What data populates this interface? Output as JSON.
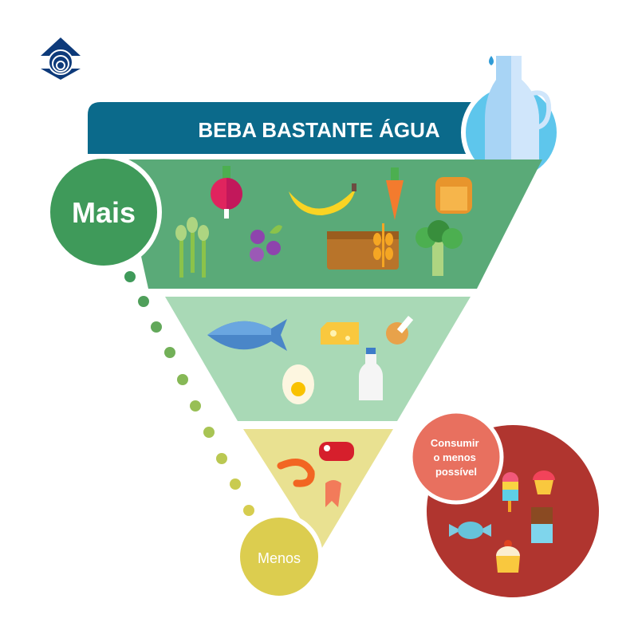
{
  "banner": {
    "title": "BEBA BASTANTE ÁGUA"
  },
  "levels": {
    "more_label": "Mais",
    "less_label": "Menos",
    "limit_label_lines": [
      "Consumir",
      "o menos",
      "possível"
    ]
  },
  "colors": {
    "banner": "#0b6a8b",
    "tier1": "#5aaa78",
    "tier2": "#a9d9b6",
    "tier3": "#e9e191",
    "more_circle": "#3f9a5a",
    "less_circle": "#dccd4f",
    "sweets_circle": "#b0352f",
    "limit_circle": "#e8705f",
    "water_circle": "#5ec6ec"
  },
  "tiers": [
    {
      "name": "vegetables-fruits-grains",
      "icons": [
        "radish-icon",
        "banana-icon",
        "carrot-icon",
        "toast-icon",
        "asparagus-icon",
        "blueberries-icon",
        "bread-icon",
        "wheat-icon",
        "broccoli-icon"
      ]
    },
    {
      "name": "protein-dairy",
      "icons": [
        "fish-icon",
        "cheese-icon",
        "chicken-leg-icon",
        "egg-icon",
        "milk-bottle-icon"
      ]
    },
    {
      "name": "red-meat",
      "icons": [
        "steak-icon",
        "shrimp-icon",
        "salmon-steak-icon"
      ]
    }
  ],
  "sweets": {
    "icons": [
      "popsicle-icon",
      "cupcake-icon",
      "candy-icon",
      "chocolate-bar-icon",
      "muffin-icon"
    ]
  }
}
